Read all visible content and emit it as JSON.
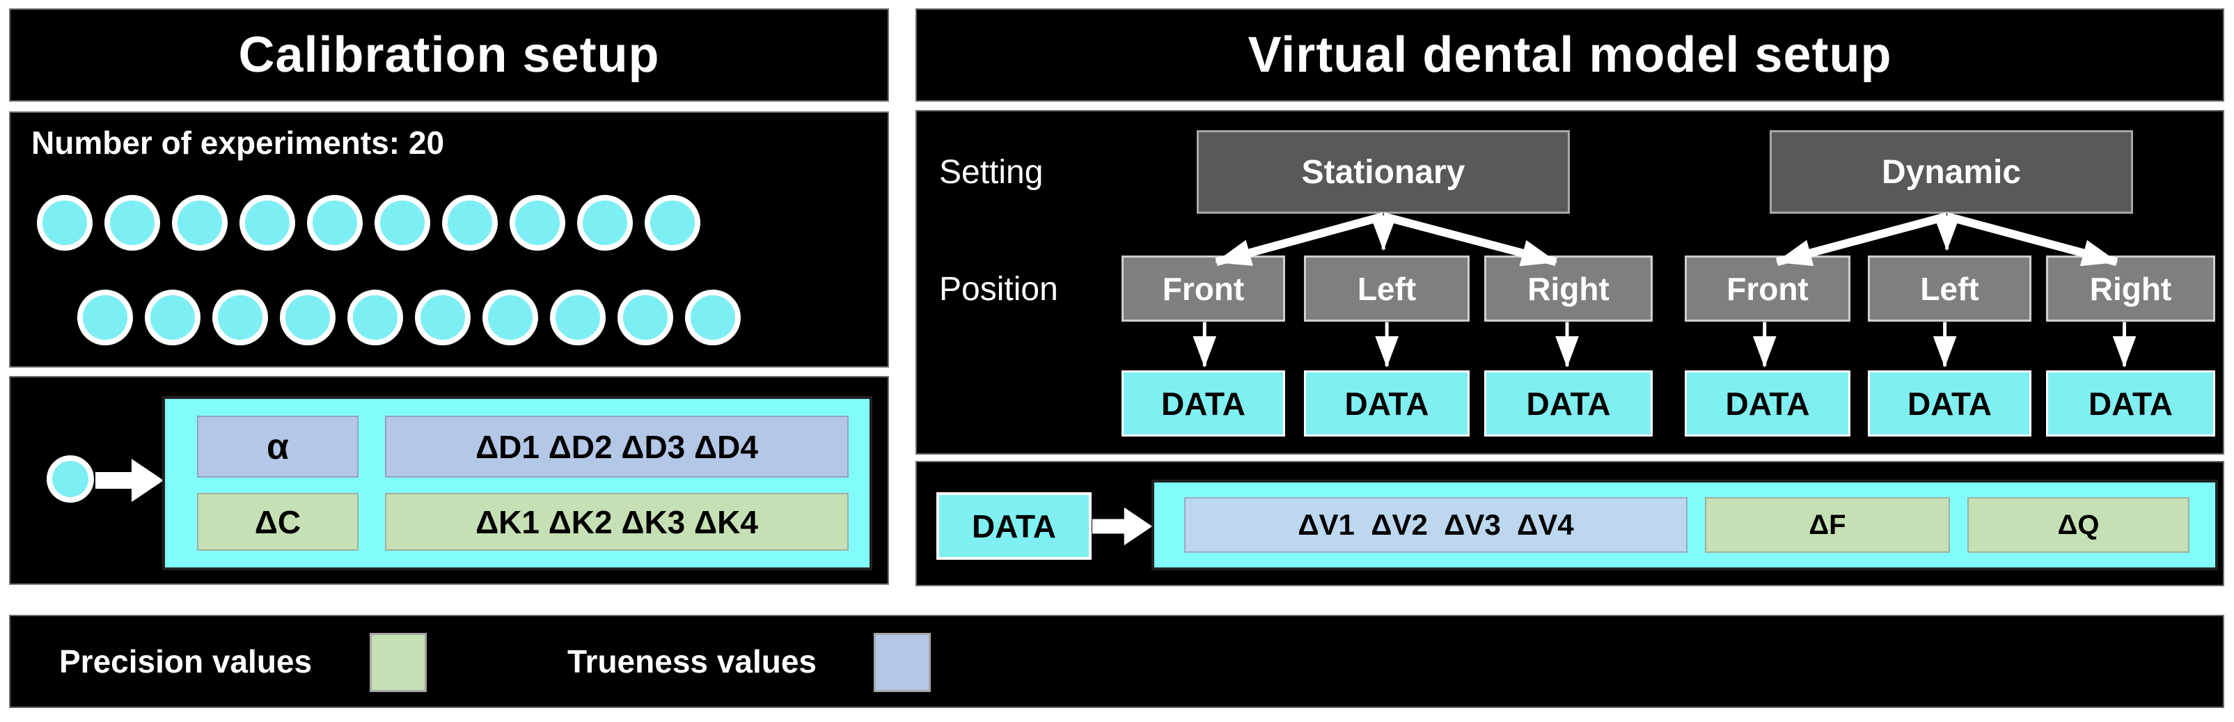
{
  "calibration": {
    "title": "Calibration setup",
    "experiments_label": "Number of experiments: 20",
    "experiment_rows": [
      10,
      10
    ],
    "output": {
      "alpha": "α",
      "trueness_deltas": "ΔD1 ΔD2 ΔD3 ΔD4",
      "delta_c": "ΔC",
      "precision_deltas": "ΔK1 ΔK2 ΔK3 ΔK4"
    }
  },
  "virtual_model": {
    "title": "Virtual dental model setup",
    "setting_label": "Setting",
    "position_label": "Position",
    "settings": [
      "Stationary",
      "Dynamic"
    ],
    "positions": [
      "Front",
      "Left",
      "Right",
      "Front",
      "Left",
      "Right"
    ],
    "data_box_label": "DATA",
    "output": {
      "source_label": "DATA",
      "volume_deltas": "ΔV1  ΔV2  ΔV3  ΔV4",
      "delta_f": "ΔF",
      "delta_q": "ΔQ"
    }
  },
  "legend": {
    "precision_label": "Precision values",
    "trueness_label": "Trueness values"
  },
  "colors": {
    "cyan_fill": "#7DEFF4",
    "cyan_box": "#82FBFB",
    "trueness_blue": "#B4C7E7",
    "volume_blue": "#BDD7EE",
    "precision_green": "#C5E0B4",
    "setting_gray": "#595959",
    "position_gray": "#7F7F7F"
  }
}
